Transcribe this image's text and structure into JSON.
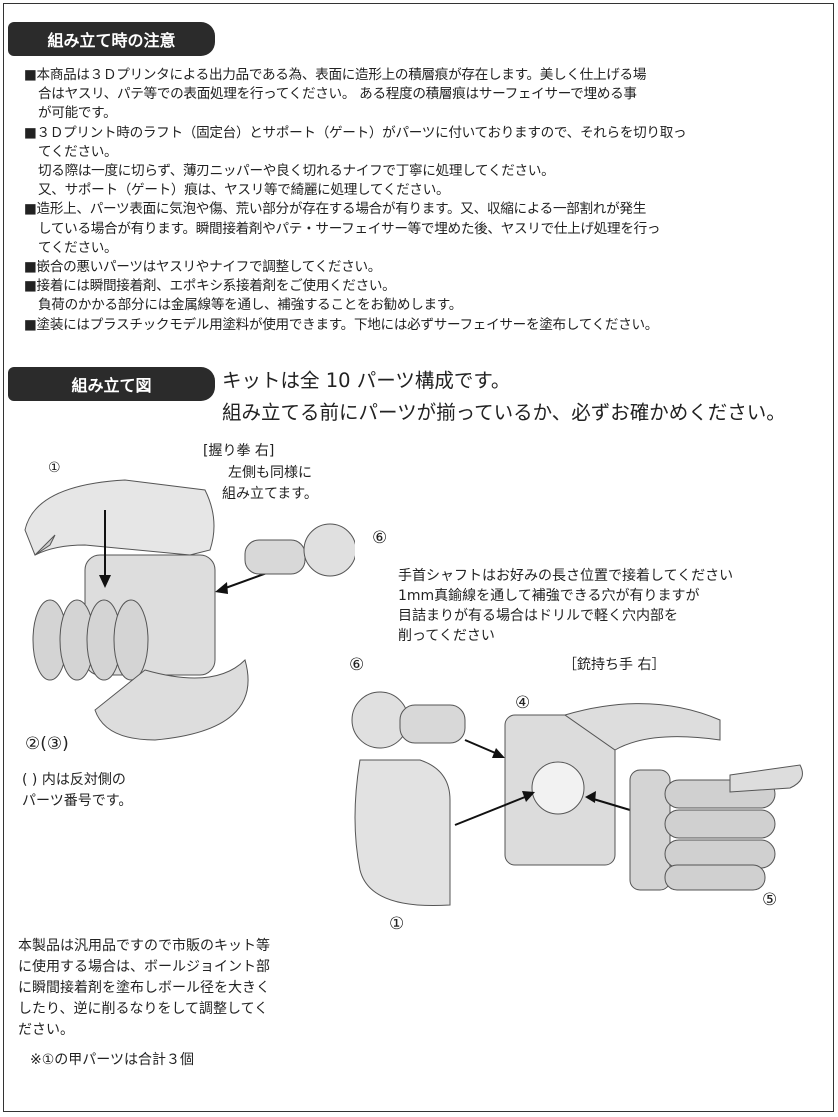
{
  "section1": {
    "title": "組み立て時の注意",
    "lines": [
      "■本商品は３Ｄプリンタによる出力品である為、表面に造形上の積層痕が存在します。美しく仕上げる場",
      "合はヤスリ、パテ等での表面処理を行ってください。 ある程度の積層痕はサーフェイサーで埋める事",
      "が可能です。",
      "■３Ｄプリント時のラフト（固定台）とサポート（ゲート）がパーツに付いておりますので、それらを切り取っ",
      "てください。",
      "切る際は一度に切らず、薄刃ニッパーや良く切れるナイフで丁寧に処理してください。",
      "又、サポート（ゲート）痕は、ヤスリ等で綺麗に処理してください。",
      "■造形上、パーツ表面に気泡や傷、荒い部分が存在する場合が有ります。又、収縮による一部割れが発生",
      "している場合が有ります。瞬間接着剤やパテ・サーフェイサー等で埋めた後、ヤスリで仕上げ処理を行っ",
      "てください。",
      "■嵌合の悪いパーツはヤスリやナイフで調整してください。",
      "■接着には瞬間接着剤、エポキシ系接着剤をご使用ください。",
      "負荷のかかる部分には金属線等を通し、補強することをお勧めします。",
      "■塗装にはプラスチックモデル用塗料が使用できます。下地には必ずサーフェイサーを塗布してください。"
    ]
  },
  "section2": {
    "title": "組み立て図",
    "intro1": "キットは全 10 パーツ構成です。",
    "intro2": "組み立てる前にパーツが揃っているか、必ずお確かめください。"
  },
  "fist": {
    "title": "[握り拳 右]",
    "note1": "左側も同様に",
    "note2": "組み立てます。",
    "part1": "①",
    "part6": "⑥",
    "part23": "②(③)",
    "paren1": "( ) 内は反対側の",
    "paren2": "パーツ番号です。"
  },
  "wrist": {
    "l1": "手首シャフトはお好みの長さ位置で接着してください",
    "l2": "1mm真鍮線を通して補強できる穴が有りますが",
    "l3": "目詰まりが有る場合はドリルで軽く穴内部を",
    "l4": "削ってください"
  },
  "gun": {
    "title": "［銃持ち手 右］",
    "part6": "⑥",
    "part4": "④",
    "part5": "⑤",
    "part1": "①"
  },
  "footer": {
    "l1": "本製品は汎用品ですので市販のキット等",
    "l2": "に使用する場合は、ボールジョイント部",
    "l3": "に瞬間接着剤を塗布しボール径を大きく",
    "l4": "したり、逆に削るなりをして調整してく",
    "l5": "ださい。",
    "note": "※①の甲パーツは合計３個"
  }
}
